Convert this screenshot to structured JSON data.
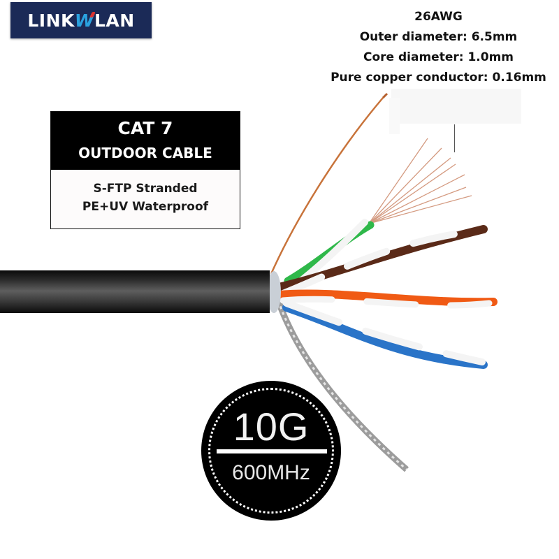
{
  "brand": {
    "logo_prefix": "LINK",
    "logo_mark": "W",
    "logo_suffix": "LAN",
    "logo_bg": "#1b2a57",
    "logo_accent": "#2aa2e0",
    "logo_flag": "#e0322d"
  },
  "specs": {
    "gauge": "26AWG",
    "outer_diameter": "Outer diameter: 6.5mm",
    "core_diameter": "Core diameter: 1.0mm",
    "conductor": "Pure copper conductor: 0.16mm"
  },
  "product_box": {
    "title": "CAT 7",
    "subtitle": "OUTDOOR CABLE",
    "feature_1": "S-FTP Stranded",
    "feature_2": "PE+UV Waterproof"
  },
  "badge": {
    "speed": "10G",
    "frequency": "600MHz"
  },
  "cable": {
    "jacket_color": "#1a1a1a",
    "pair_colors": [
      "#2fb84a",
      "#5a2a18",
      "#f05a14",
      "#2a74c8"
    ],
    "drain_wire_color": "#c8733a",
    "braid_color": "#a8a8a8"
  }
}
